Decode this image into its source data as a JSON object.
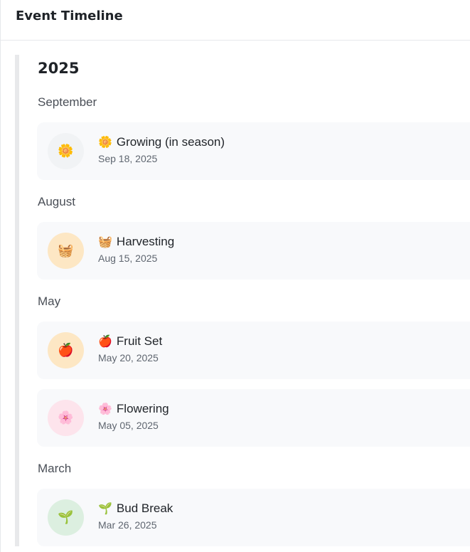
{
  "header": {
    "title": "Event Timeline"
  },
  "timeline": {
    "year": "2025",
    "groups": [
      {
        "month": "September",
        "events": [
          {
            "icon": "growing-icon",
            "emoji": "🌼",
            "title": "Growing (in season)",
            "date": "Sep 18, 2025",
            "badge_color": "#f1f3f5"
          }
        ]
      },
      {
        "month": "August",
        "events": [
          {
            "icon": "basket-icon",
            "emoji": "🧺",
            "title": "Harvesting",
            "date": "Aug 15, 2025",
            "badge_color": "#fde7c4"
          }
        ]
      },
      {
        "month": "May",
        "events": [
          {
            "icon": "apple-icon",
            "emoji": "🍎",
            "title": "Fruit Set",
            "date": "May 20, 2025",
            "badge_color": "#fde7c4"
          },
          {
            "icon": "flower-icon",
            "emoji": "🌸",
            "title": "Flowering",
            "date": "May 05, 2025",
            "badge_color": "#fde4ec"
          }
        ]
      },
      {
        "month": "March",
        "events": [
          {
            "icon": "seedling-icon",
            "emoji": "🌱",
            "title": "Bud Break",
            "date": "Mar 26, 2025",
            "badge_color": "#dcefe0"
          }
        ]
      }
    ]
  }
}
